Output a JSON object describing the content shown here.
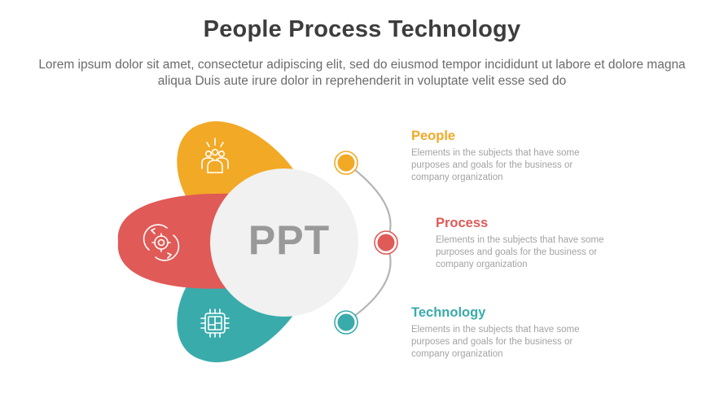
{
  "header": {
    "title": "People Process Technology",
    "subtitle": "Lorem ipsum dolor sit amet, consectetur adipiscing elit, sed do eiusmod tempor incididunt ut labore et dolore magna aliqua Duis aute irure dolor in reprehenderit in voluptate velit esse sed do"
  },
  "center": {
    "label": "PPT",
    "color": "#f1f1f1",
    "text_color": "#999999"
  },
  "petals": [
    {
      "name": "people",
      "icon": "people-group-icon",
      "color": "#f2a926"
    },
    {
      "name": "process",
      "icon": "gear-cycle-icon",
      "color": "#e05a57"
    },
    {
      "name": "technology",
      "icon": "chip-icon",
      "color": "#3aabab"
    }
  ],
  "items": [
    {
      "heading": "People",
      "color": "#f2a926",
      "description": "Elements in the subjects that have some purposes and goals for the business or company organization"
    },
    {
      "heading": "Process",
      "color": "#e05a57",
      "description": "Elements in the subjects that have some purposes and goals for the business or company organization"
    },
    {
      "heading": "Technology",
      "color": "#3aabab",
      "description": "Elements in the subjects that have some purposes and goals for the business or company organization"
    }
  ],
  "connector": {
    "color": "#b5b5b5"
  }
}
